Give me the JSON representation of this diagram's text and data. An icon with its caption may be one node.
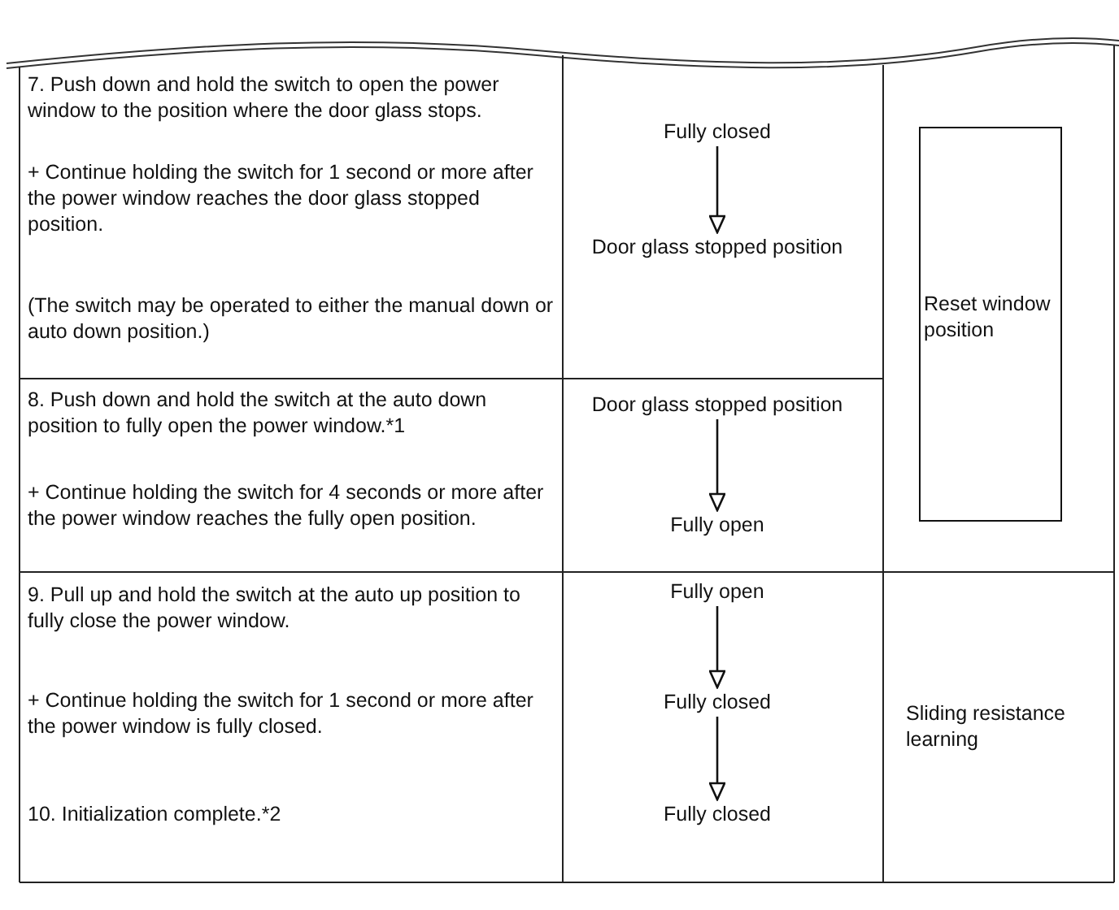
{
  "diagram": {
    "nodes": [
      {
        "text": [
          "Fully closed"
        ]
      },
      {
        "text": [
          "Door glass stopped position"
        ]
      },
      {
        "text": [
          "Door glass stopped position"
        ]
      },
      {
        "text": [
          "Fully open"
        ]
      },
      {
        "text": [
          "Fully open"
        ]
      },
      {
        "text": [
          "Fully closed"
        ]
      },
      {
        "text": [
          "Fully closed"
        ]
      },
      {
        "text": [
          "Reset window position"
        ]
      }
    ],
    "edges": [
      {
        "from": 0,
        "to": 1,
        "arrow": "to"
      },
      {
        "from": 2,
        "to": 3,
        "arrow": "to"
      },
      {
        "from": 4,
        "to": 5,
        "arrow": "to"
      },
      {
        "from": 5,
        "to": 6,
        "arrow": "to"
      }
    ],
    "labels": [
      "7. Push down and hold the switch to open the power window to the position where the door glass stops.",
      "+ Continue holding the switch for 1 second or more after the power window reaches the door glass stopped position.",
      "(The switch may be operated to either the manual down or auto down position.)",
      "8. Push down and hold the switch at the auto down position to fully open the power window.*1",
      "+ Continue holding the switch for 4 seconds or more after the power window reaches the fully open position.",
      "9. Pull up and hold the switch at the auto up position to fully close the power window.",
      "+ Continue holding the switch for 1 second or more after the power window is fully closed.",
      "10. Initialization complete.*2",
      "Sliding resistance learning"
    ]
  }
}
